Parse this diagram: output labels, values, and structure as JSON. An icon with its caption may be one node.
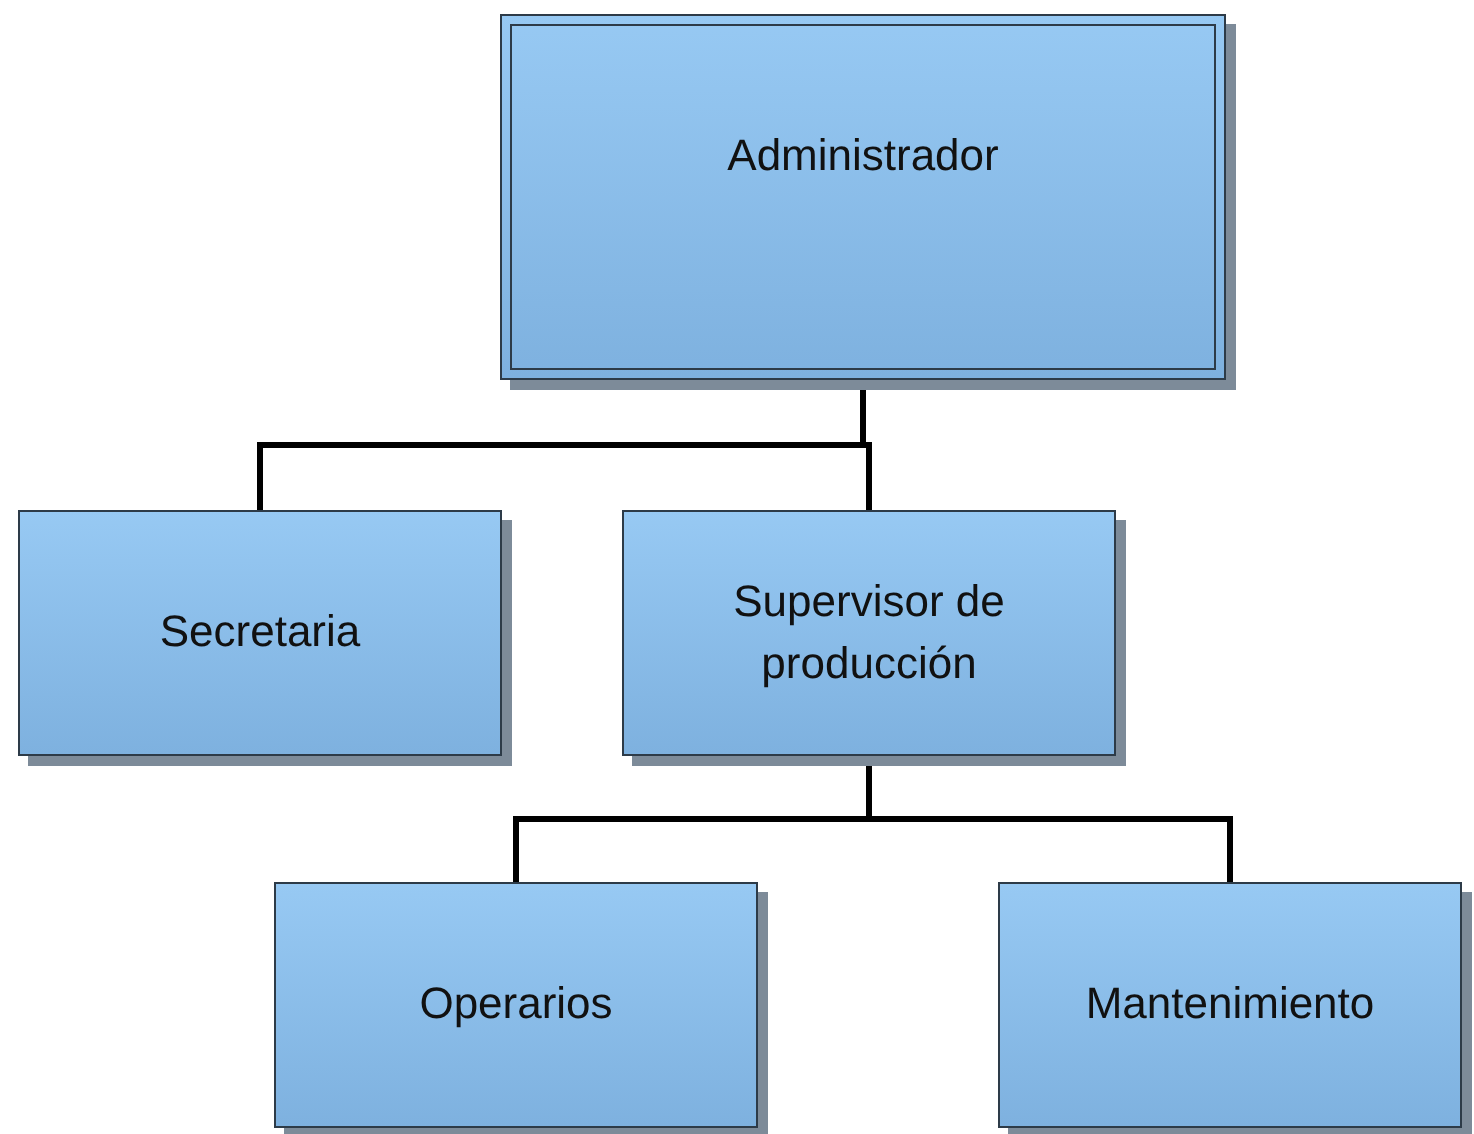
{
  "diagram": {
    "nodes": [
      {
        "text": [
          "Administrador"
        ]
      },
      {
        "text": [
          "Secretaria"
        ]
      },
      {
        "text": [
          "Supervisor de producción"
        ]
      },
      {
        "text": [
          "Operarios"
        ]
      },
      {
        "text": [
          "Mantenimiento"
        ]
      }
    ],
    "edges": [
      {
        "from": 0,
        "to": 1,
        "arrow": "none"
      },
      {
        "from": 0,
        "to": 2,
        "arrow": "none"
      },
      {
        "from": 2,
        "to": 3,
        "arrow": "none"
      },
      {
        "from": 2,
        "to": 4,
        "arrow": "none"
      }
    ]
  }
}
